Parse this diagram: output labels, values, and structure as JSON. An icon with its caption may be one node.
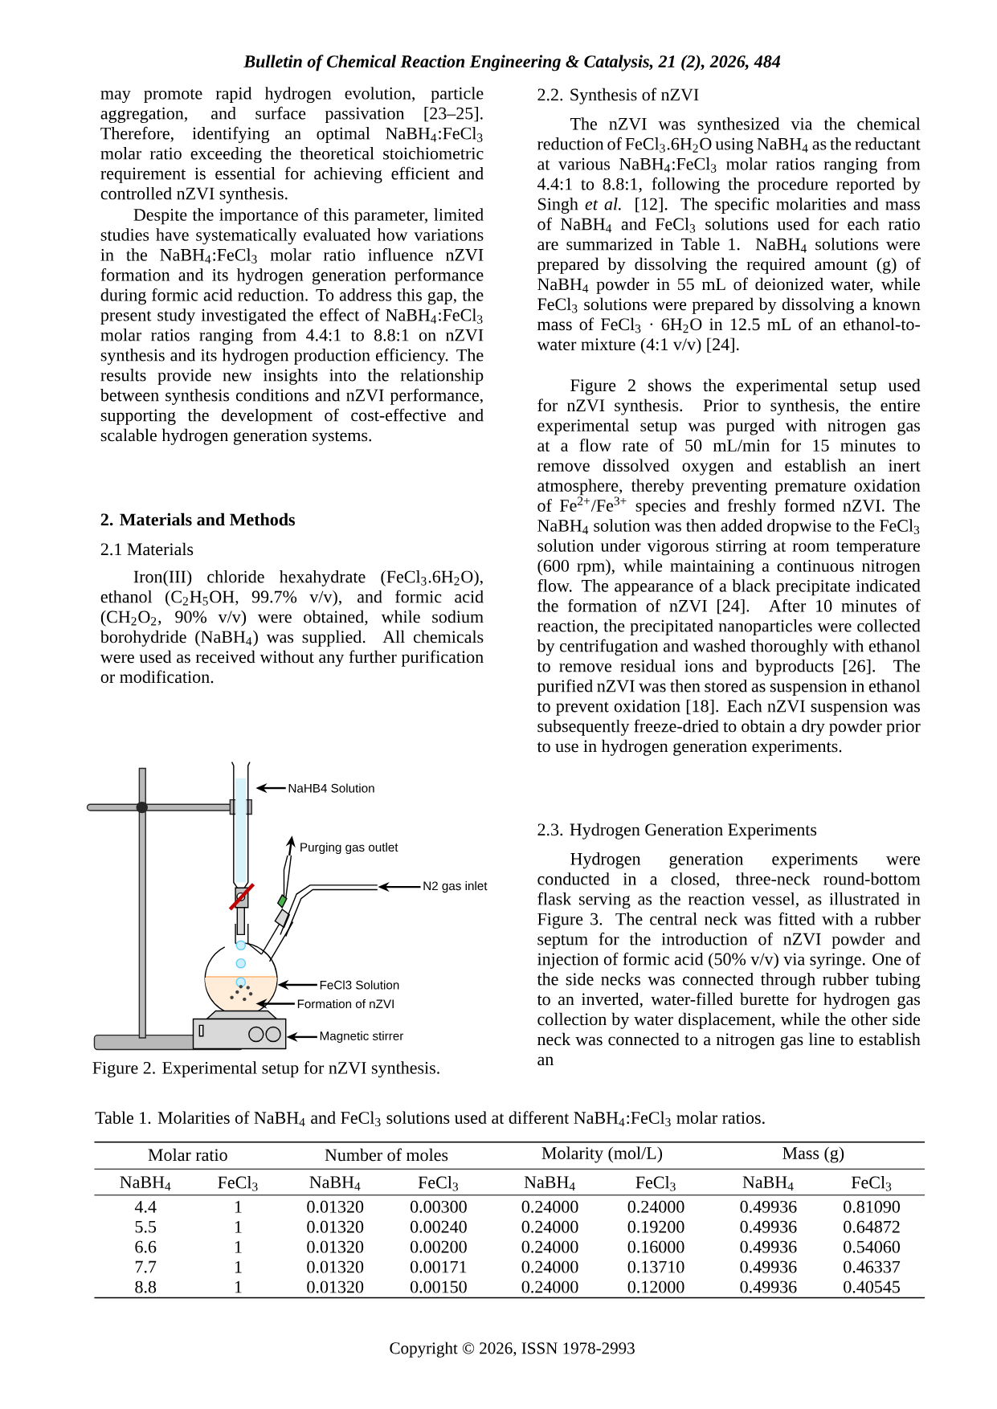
{
  "diagram": {
    "caption": "Figure 2. Experimental setup for nZVI synthesis.",
    "nodes": [
      {
        "text": [
          "NaHB4 Solution"
        ]
      },
      {
        "text": [
          "N2 gas inlet"
        ]
      },
      {
        "text": [
          "FeCl3 Solution"
        ]
      },
      {
        "text": [
          "Formation of nZVI"
        ]
      },
      {
        "text": [
          "Magnetic stirrer"
        ]
      },
      {
        "text": [],
        "shape": "picture"
      },
      {
        "text": [],
        "shape": "picture"
      },
      {
        "text": [],
        "shape": "picture"
      },
      {
        "text": [],
        "shape": "picture",
        "in": 7
      },
      {
        "text": [],
        "shape": "picture"
      }
    ],
    "edges": [
      {
        "from": 0,
        "to": 5,
        "arrow": "to"
      },
      {
        "from": 1,
        "to": 6,
        "arrow": "to"
      },
      {
        "from": 2,
        "to": 7,
        "arrow": "to"
      },
      {
        "from": 3,
        "to": 8,
        "arrow": "to"
      },
      {
        "from": 4,
        "to": 9,
        "arrow": "to"
      }
    ],
    "labels": [
      "Bulletin of Chemical Reaction Engineering & Catalysis, 21 (2), 2026, 484",
      "may promote rapid hydrogen evolution, particle aggregation, and surface passivation [23–25]. Therefore, identifying an optimal NaBH$_{4}$:FeCl$_{3}$ molar ratio exceeding the theoretical stoichiometric requirement is essential for achieving efficient and controlled nZVI synthesis.",
      "Despite the importance of this parameter, limited studies have systematically evaluated how variations in the NaBH$_{4}$:FeCl$_{3}$ molar ratio influence nZVI formation and its hydrogen generation performance during formic acid reduction. To address this gap, the present study investigated the effect of NaBH$_{4}$:FeCl$_{3}$ molar ratios ranging from 4.4:1 to 8.8:1 on nZVI synthesis and its hydrogen production efficiency. The results provide new insights into the relationship between synthesis conditions and nZVI performance, supporting the development of cost-effective and scalable hydrogen generation systems.",
      "2. Materials and Methods",
      "2.1 Materials",
      "Iron(III) chloride hexahydrate (FeCl$_{3}$.6H$_{2}$O), ethanol (C$_{2}$H$_{5}$OH, 99.7% v/v), and formic acid (CH$_{2}$O$_{2}$, 90% v/v) were obtained, while sodium borohydride (NaBH$_{4}$) was supplied. All chemicals were used as received without any further purification or modification.",
      "Purging gas outlet",
      "2.2. Synthesis of nZVI",
      "The nZVI was synthesized via the chemical reduction of FeCl$_{3}$.6H$_{2}$O using NaBH$_{4}$ as the reductant at various NaBH$_{4}$:FeCl$_{3}$ molar ratios ranging from 4.4:1 to 8.8:1, following the procedure reported by Singh *et al.* [12]. The specific molarities and mass of NaBH$_{4}$ and FeCl$_{3}$ solutions used for each ratio are summarized in Table 1. NaBH$_{4}$ solutions were prepared by dissolving the required amount (g) of NaBH$_{4}$ powder in 55 mL of deionized water, while FeCl$_{3}$ solutions were prepared by dissolving a known mass of FeCl$_{3}$ · 6H$_{2}$O in 12.5 mL of an ethanol-to-water mixture (4:1 v/v) [24].",
      "Figure 2 shows the experimental setup used for nZVI synthesis. Prior to synthesis, the entire experimental setup was purged with nitrogen gas at a flow rate of 50 mL/min for 15 minutes to remove dissolved oxygen and establish an inert atmosphere, thereby preventing premature oxidation of Fe$^{2+}$/Fe$^{3+}$ species and freshly formed nZVI. The NaBH$_{4}$ solution was then added dropwise to the FeCl$_{3}$ solution under vigorous stirring at room temperature (600 rpm), while maintaining a continuous nitrogen flow. The appearance of a black precipitate indicated the formation of nZVI [24]. After 10 minutes of reaction, the precipitated nanoparticles were collected by centrifugation and washed thoroughly with ethanol to remove residual ions and byproducts [26]. The purified nZVI was then stored as suspension in ethanol to prevent oxidation [18]. Each nZVI suspension was subsequently freeze-dried to obtain a dry powder prior to use in hydrogen generation experiments.",
      "2.3. Hydrogen Generation Experiments",
      "Hydrogen generation experiments were conducted in a closed, three-neck round-bottom flask serving as the reaction vessel, as illustrated in Figure 3. The central neck was fitted with a rubber septum for the introduction of nZVI powder and injection of formic acid (50% v/v) via syringe. One of the side necks was connected through rubber tubing to an inverted, water-filled burette for hydrogen gas collection by water displacement, while the other side neck was connected to a nitrogen gas line to establish an",
      "Table 1. Molarities of NaBH$_{4}$ and FeCl$_{3}$ solutions used at different NaBH$_{4}$:FeCl$_{3}$ molar ratios.",
      "Molar ratio",
      "Number of moles",
      "Molarity (mol/L)",
      "Mass (g)",
      "NaBH$_{4}$",
      "FeCl$_{3}$",
      "NaBH$_{4}$",
      "FeCl$_{3}$",
      "NaBH$_{4}$",
      "FeCl$_{3}$",
      "NaBH$_{4}$",
      "FeCl$_{3}$",
      "4.4",
      "1",
      "0.01320",
      "0.00300",
      "0.24000",
      "0.24000",
      "0.49936",
      "0.81090",
      "5.5",
      "1",
      "0.01320",
      "0.00240",
      "0.24000",
      "0.19200",
      "0.49936",
      "0.64872",
      "6.6",
      "1",
      "0.01320",
      "0.00200",
      "0.24000",
      "0.16000",
      "0.49936",
      "0.54060",
      "7.7",
      "1",
      "0.01320",
      "0.00171",
      "0.24000",
      "0.13710",
      "0.49936",
      "0.46337",
      "8.8",
      "1",
      "0.01320",
      "0.00150",
      "0.24000",
      "0.12000",
      "0.49936",
      "0.40545",
      "Copyright © 2026, ISSN 1978-2993"
    ]
  }
}
